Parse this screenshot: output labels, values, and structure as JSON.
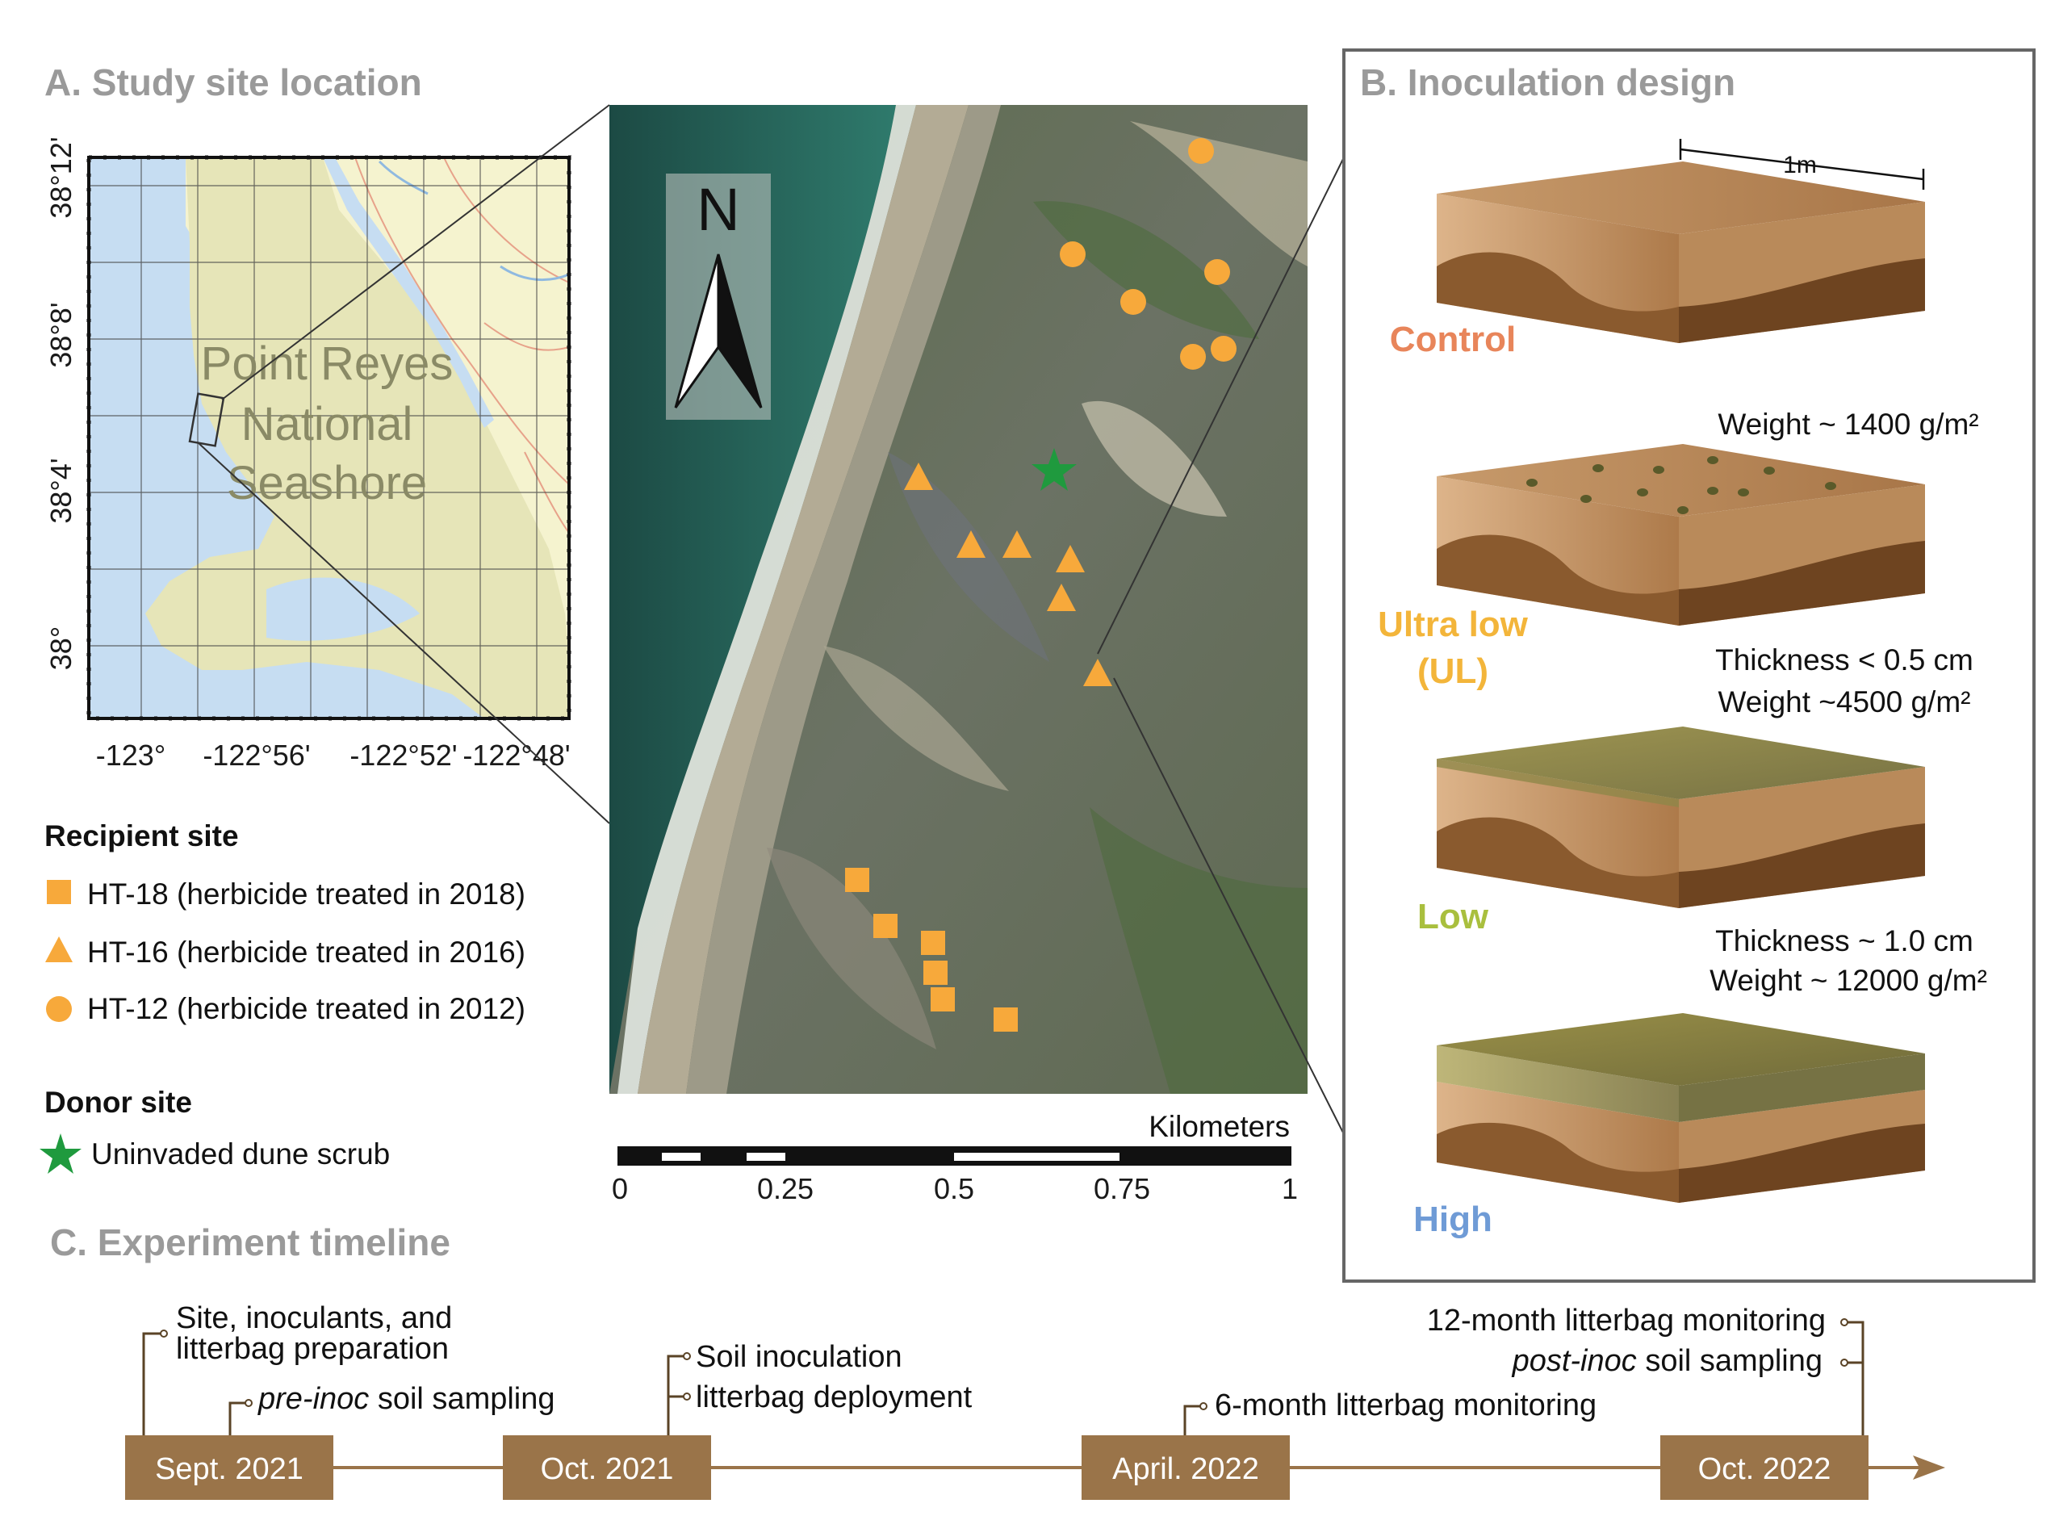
{
  "panel_a": {
    "title": "A.  Study site location",
    "lat_ticks": [
      "38°12'",
      "38°8'",
      "38°4'",
      "38°"
    ],
    "lon_ticks": [
      "-123°",
      "-122°56'",
      "-122°52'",
      "-122°48'"
    ],
    "place_label": [
      "Point Reyes",
      "National",
      "Seashore"
    ]
  },
  "legend": {
    "recipient_heading": "Recipient site",
    "items": [
      {
        "symbol": "square-icon",
        "label": "HT-18 (herbicide treated in 2018)"
      },
      {
        "symbol": "triangle-icon",
        "label": "HT-16 (herbicide treated in 2016)"
      },
      {
        "symbol": "circle-icon",
        "label": "HT-12 (herbicide treated in 2012)"
      }
    ],
    "donor_heading": "Donor site",
    "donor_item": {
      "symbol": "star-icon",
      "label": "Uninvaded dune scrub"
    }
  },
  "aerial": {
    "north_label": "N",
    "scale_title": "Kilometers",
    "scale_ticks": [
      "0",
      "0.25",
      "0.5",
      "0.75",
      "1"
    ]
  },
  "panel_b": {
    "title": "B.  Inoculation design",
    "dimension_label": "1m",
    "levels": [
      {
        "name": "Control",
        "color": "#e8855a",
        "notes": []
      },
      {
        "name": "Ultra low",
        "name2": "(UL)",
        "color": "#f3b53a",
        "notes": [
          "Weight ~ 1400 g/m²"
        ]
      },
      {
        "name": "Low",
        "color": "#a9bf3e",
        "notes": [
          "Thickness < 0.5 cm",
          "Weight ~4500 g/m²"
        ]
      },
      {
        "name": "High",
        "color": "#6f9bd6",
        "notes": [
          "Thickness ~ 1.0 cm",
          "Weight ~ 12000 g/m²"
        ]
      }
    ]
  },
  "panel_c": {
    "title": "C.  Experiment timeline",
    "milestones": [
      "Sept. 2021",
      "Oct. 2021",
      "April. 2022",
      "Oct. 2022"
    ],
    "events": {
      "site_prep_1": "Site, inoculants, and",
      "site_prep_2": "litterbag preparation",
      "pre_inoc_italic": "pre-inoc",
      "pre_inoc_rest": " soil sampling",
      "soil_inoc": "Soil inoculation",
      "litterbag_deploy": "litterbag deployment",
      "six_month": "6-month litterbag monitoring",
      "twelve_month": "12-month litterbag monitoring",
      "post_inoc_italic": "post-inoc",
      "post_inoc_rest": " soil sampling"
    }
  },
  "colors": {
    "marker_orange": "#f7a93b",
    "donor_green": "#1f9a3e",
    "timeline_brown": "#9a7449",
    "sea": "#c6ddf2",
    "land": "#e7e6bd"
  }
}
